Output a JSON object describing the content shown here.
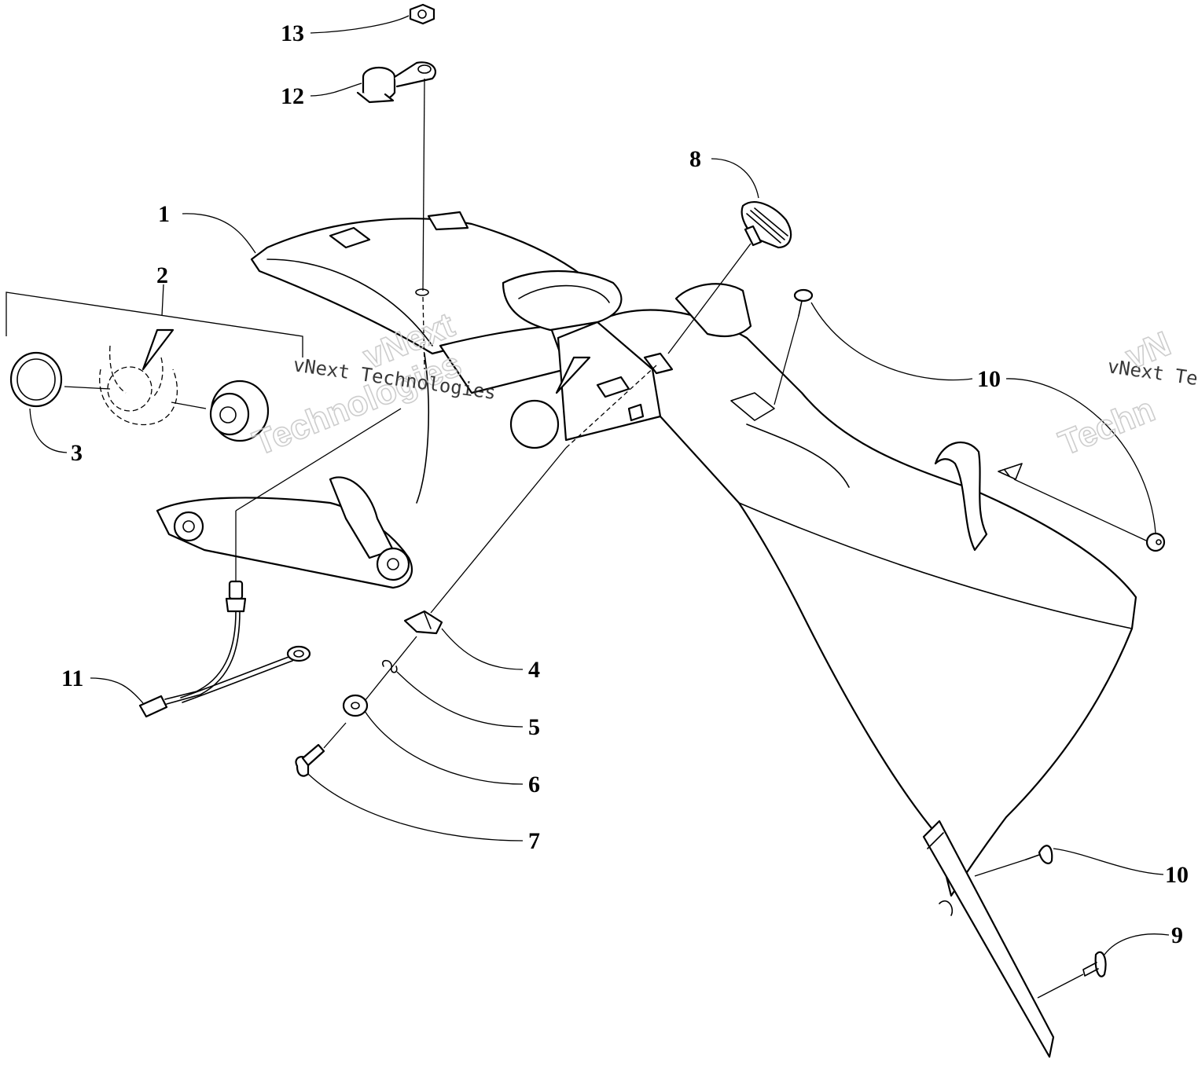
{
  "watermark": {
    "line1": "vNext",
    "line2": "Technologies",
    "line_full": "vNext Technologies",
    "line_right": "vNext Te",
    "line_right_big": "vN",
    "line_right_big2": "Techn"
  },
  "callouts": [
    {
      "id": "1",
      "label": "1"
    },
    {
      "id": "2",
      "label": "2"
    },
    {
      "id": "3",
      "label": "3"
    },
    {
      "id": "4",
      "label": "4"
    },
    {
      "id": "5",
      "label": "5"
    },
    {
      "id": "6",
      "label": "6"
    },
    {
      "id": "7",
      "label": "7"
    },
    {
      "id": "8",
      "label": "8"
    },
    {
      "id": "9",
      "label": "9"
    },
    {
      "id": "10a",
      "label": "10"
    },
    {
      "id": "10b",
      "label": "10"
    },
    {
      "id": "11",
      "label": "11"
    },
    {
      "id": "12",
      "label": "12"
    },
    {
      "id": "13",
      "label": "13"
    }
  ],
  "colors": {
    "line": "#000000",
    "background": "#ffffff",
    "watermark": "#c8c8c8"
  }
}
